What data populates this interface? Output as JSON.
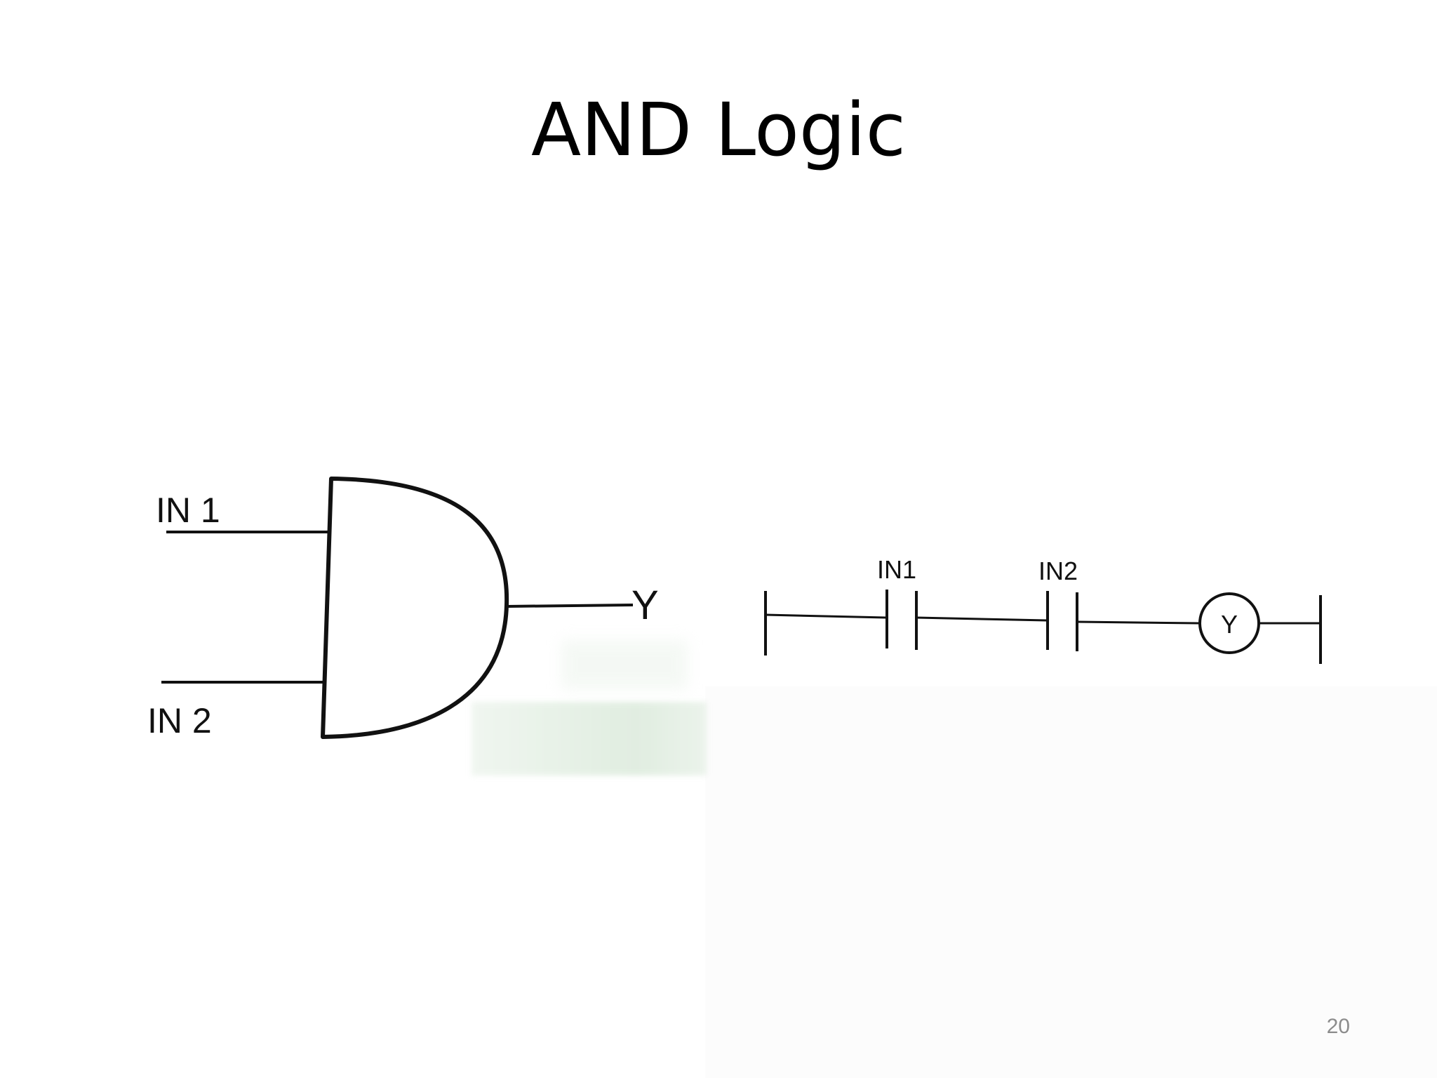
{
  "slide": {
    "title": "AND Logic",
    "page_number": "20"
  },
  "gate_diagram": {
    "input_1_label": "IN 1",
    "input_2_label": "IN 2",
    "output_label": "Y"
  },
  "ladder_diagram": {
    "contact_1_label": "IN1",
    "contact_2_label": "IN2",
    "coil_label": "Y"
  }
}
